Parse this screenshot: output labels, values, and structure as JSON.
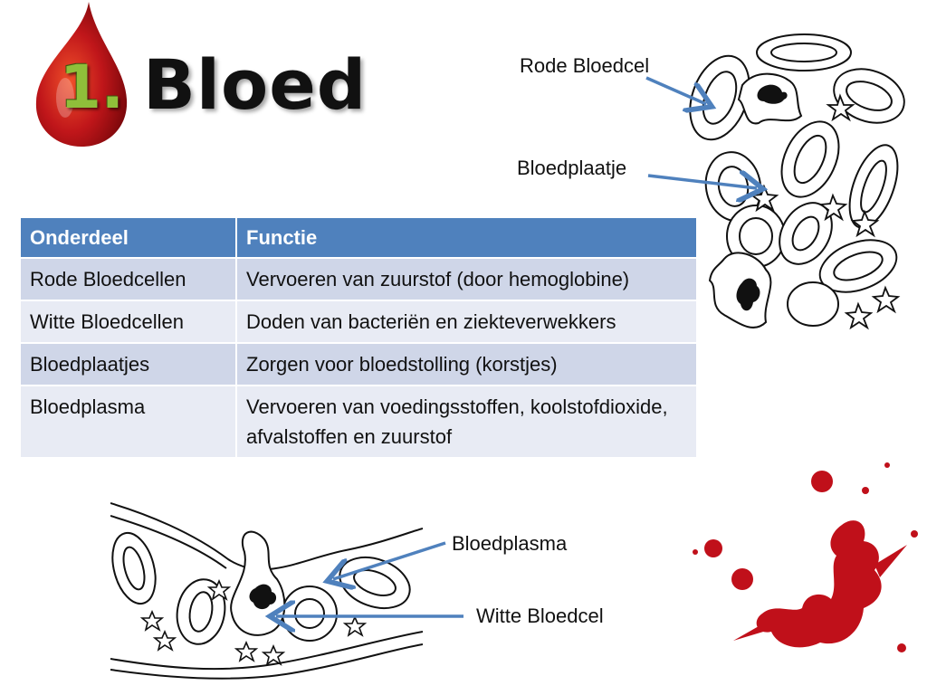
{
  "slide": {
    "title_number": "1.",
    "title": "Bloed"
  },
  "labels": {
    "red_cell": "Rode Bloedcel",
    "platelet": "Bloedplaatje",
    "plasma": "Bloedplasma",
    "white_cell": "Witte Bloedcel"
  },
  "table": {
    "headers": [
      "Onderdeel",
      "Functie"
    ],
    "rows": [
      {
        "part": "Rode Bloedcellen",
        "function": "Vervoeren van zuurstof (door hemoglobine)"
      },
      {
        "part": "Witte Bloedcellen",
        "function": "Doden van bacteriën en ziekteverwekkers"
      },
      {
        "part": "Bloedplaatjes",
        "function": "Zorgen voor bloedstolling (korstjes)"
      },
      {
        "part": "Bloedplasma",
        "function": "Vervoeren van voedingsstoffen, koolstofdioxide, afvalstoffen en zuurstof"
      }
    ]
  },
  "colors": {
    "header_blue": "#4f81bd",
    "row_dark": "#cfd6e8",
    "row_light": "#e8ebf4",
    "arrow_blue": "#4f81bd",
    "blood_red": "#c0101a",
    "number_green": "#8fbf3a"
  },
  "icons": [
    "blood-drop-icon",
    "blood-splatter-image",
    "blood-cells-illustration",
    "blood-vessel-illustration"
  ]
}
